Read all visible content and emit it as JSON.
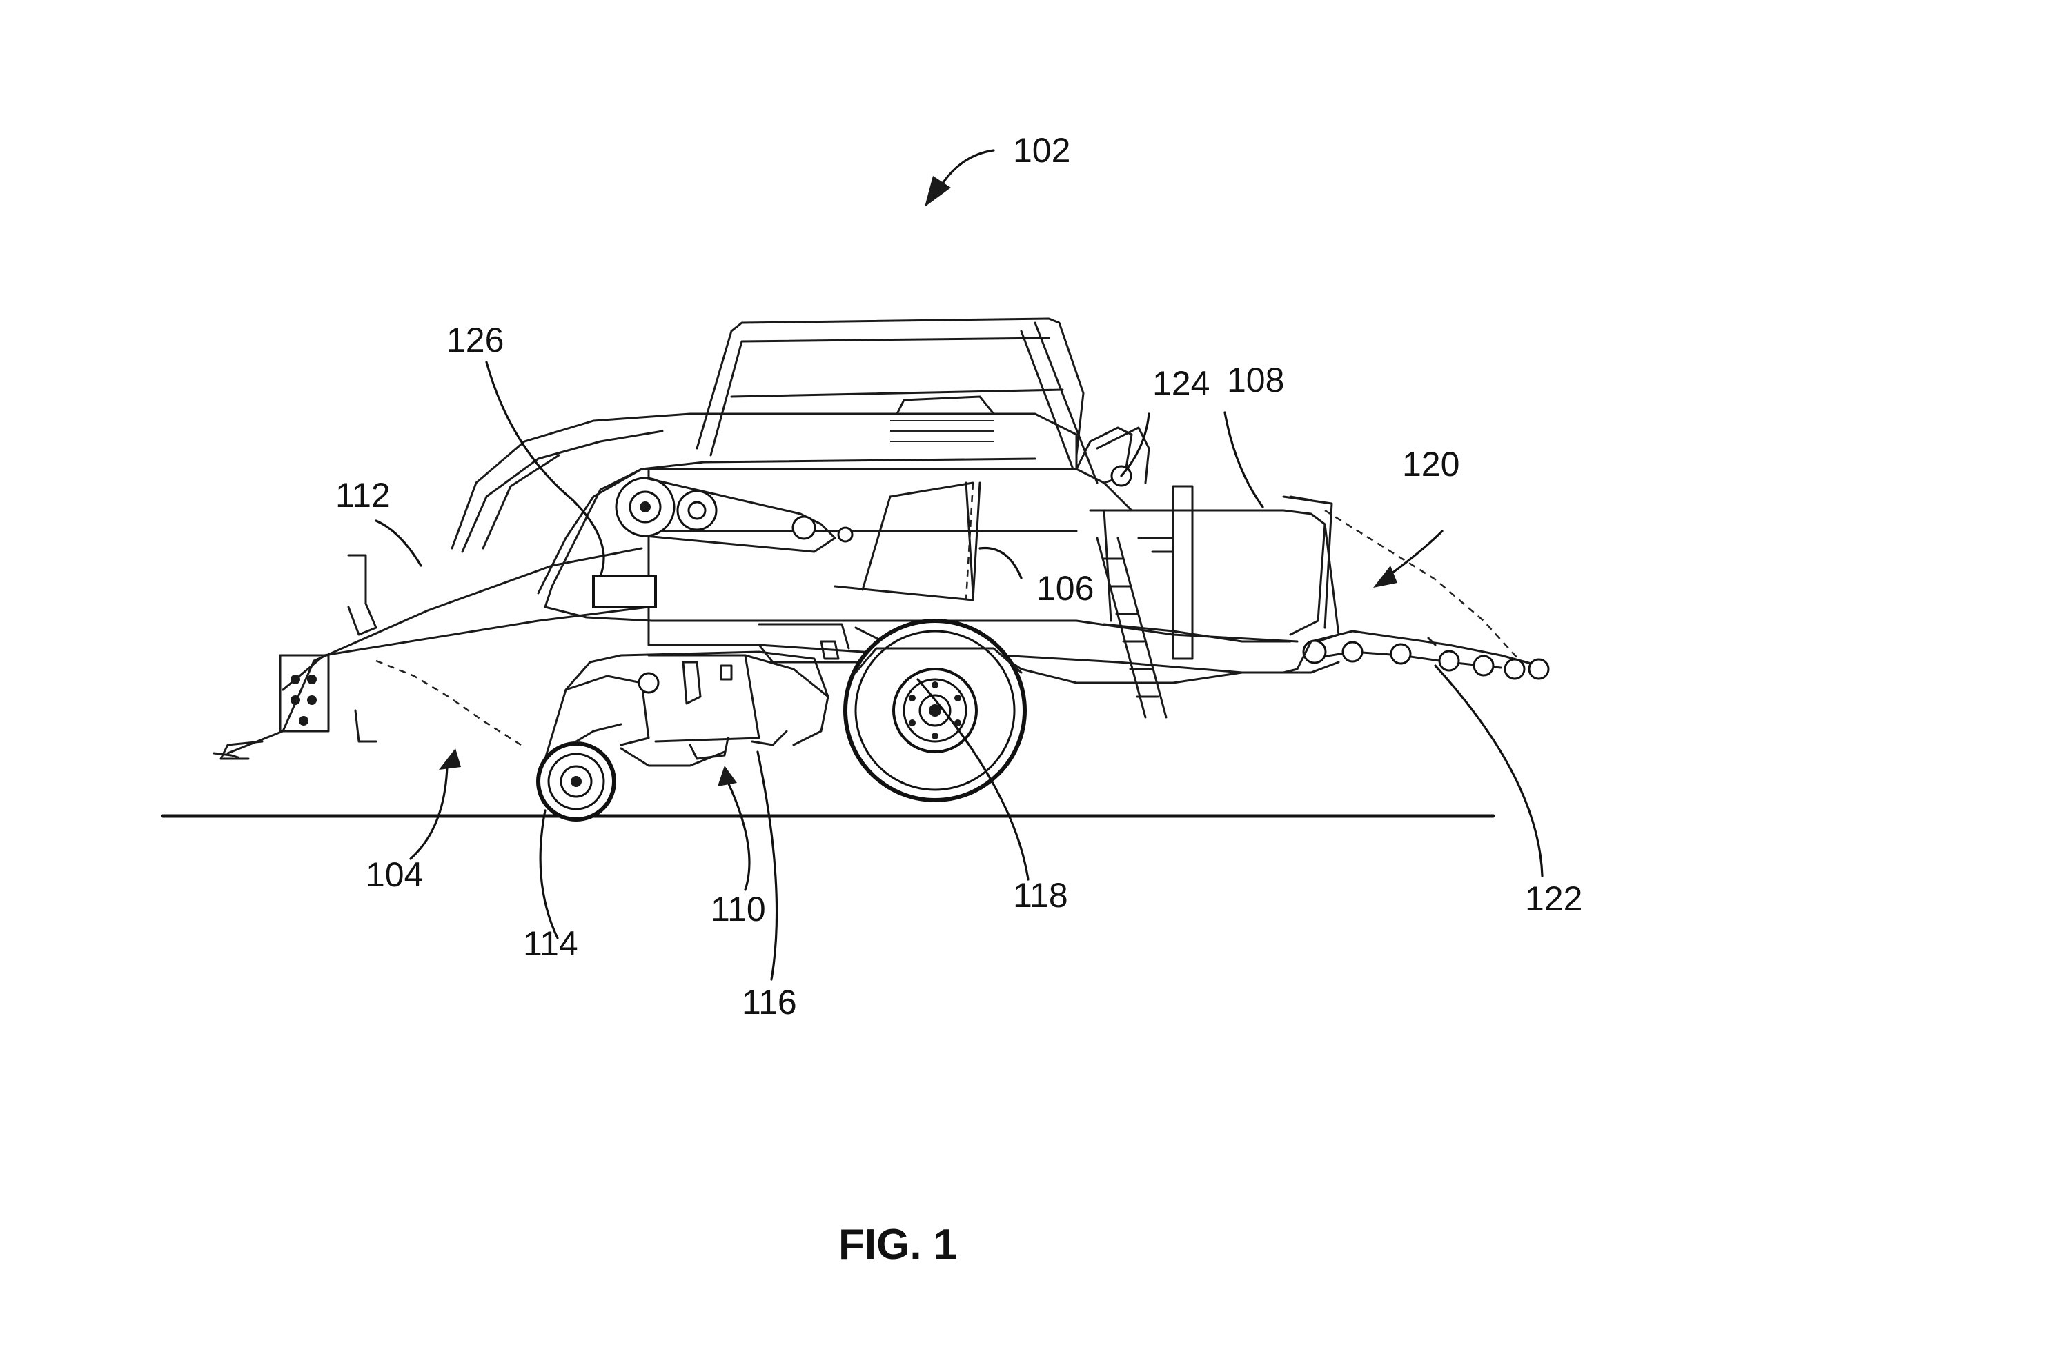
{
  "figure": {
    "title": "FIG. 1"
  },
  "reference_labels": {
    "baler": "102",
    "pickup": "104",
    "bale_chamber": "106",
    "chamber_top": "108",
    "feeder": "110",
    "tongue": "112",
    "gauge_wheel": "114",
    "rotor": "116",
    "main_wheel": "118",
    "chute": "120",
    "roller_chute": "122",
    "knotter_sensor": "124",
    "controller": "126"
  }
}
